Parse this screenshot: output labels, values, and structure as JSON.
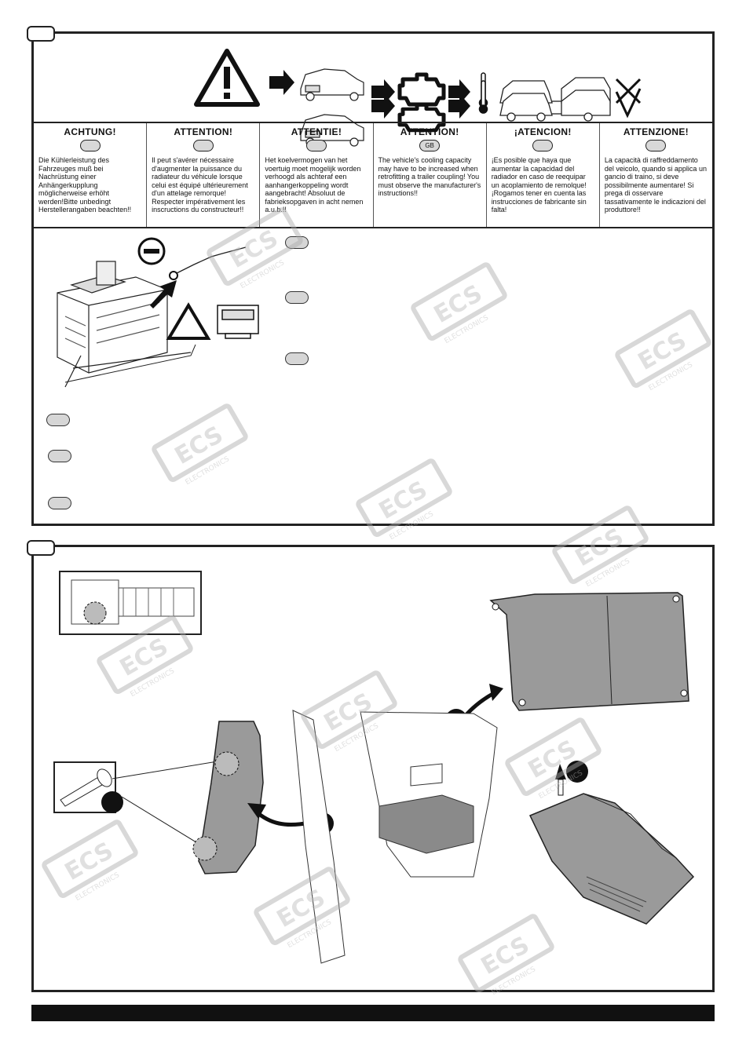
{
  "warning_columns": [
    {
      "heading": "ACHTUNG!",
      "flag": "",
      "text": "Die Kühlerleistung des Fahrzeuges muß bei Nachrüstung einer Anhängerkupplung möglicherweise erhöht werden!Bitte unbedingt Herstellerangaben beachten!!"
    },
    {
      "heading": "ATTENTION!",
      "flag": "",
      "text": "Il peut s'avérer nécessaire d'augmenter la puissance du radiateur du véhicule lorsque celui est équipé ultérieurement d'un attelage remorque! Respecter impérativement les inscructions du constructeur!!"
    },
    {
      "heading": "ATTENTIE!",
      "flag": "",
      "text": "Het koelvermogen van het voertuig moet mogelijk worden verhoogd als achteraf een aanhangerkoppeling wordt aangebracht! Absoluut de fabrieksopgaven in acht nemen a.u.b.!!"
    },
    {
      "heading": "ATTENTION!",
      "flag": "GB",
      "text": "The vehicle's cooling capacity may have to be increased when retrofitting a trailer coupling! You must observe the manufacturer's instructions!!"
    },
    {
      "heading": "¡ATENCION!",
      "flag": "",
      "text": "¡Es posible que haya que aumentar la capacidad del radiador en caso de reequipar un acoplamiento de remolque! ¡Rogamos tener en cuenta las instrucciones de fabricante sin falta!"
    },
    {
      "heading": "ATTENZIONE!",
      "flag": "",
      "text": "La capacità di raffreddamento del veicolo, quando si applica un gancio di traino, si deve possibilmente aumentare! Si prega di osservare tassativamente le indicazioni del produttore!!"
    }
  ],
  "watermark": {
    "brand": "ECS",
    "sub": "ELECTRONICS"
  },
  "colors": {
    "line": "#222222",
    "panel_fill": "#9a9a9a",
    "oval": "#d6d6d6"
  },
  "icons": [
    "warning-triangle-icon",
    "arrow-right-icon",
    "engine-icon",
    "thermometer-icon",
    "cross-icon",
    "check-icon",
    "battery-icon",
    "minus-terminal-icon",
    "screw-icon"
  ]
}
